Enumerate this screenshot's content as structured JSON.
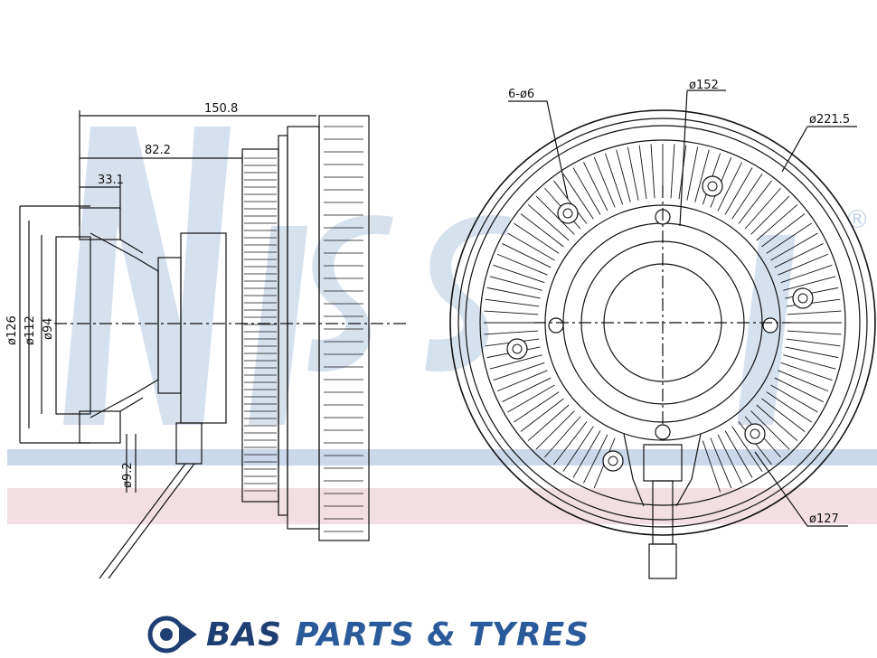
{
  "dimensions": {
    "overall_length": "150.8",
    "body_length": "82.2",
    "hub_length": "33.1",
    "dia_outer": "ø126",
    "dia_mid": "ø112",
    "dia_inner": "ø94",
    "pin_dia": "ø9.2",
    "bolt_pattern": "6-ø6",
    "dia_152": "ø152",
    "dia_221": "ø221.5",
    "dia_127": "ø127"
  },
  "watermark": {
    "registered_mark": "®"
  },
  "footer": {
    "brand_main": "BAS",
    "brand_rest": "PARTS & TYRES"
  },
  "colors": {
    "line": "#111111",
    "watermark_blue": "#c7d6ea",
    "watermark_red": "#f1d6dc",
    "brand": "#1f3f73"
  }
}
